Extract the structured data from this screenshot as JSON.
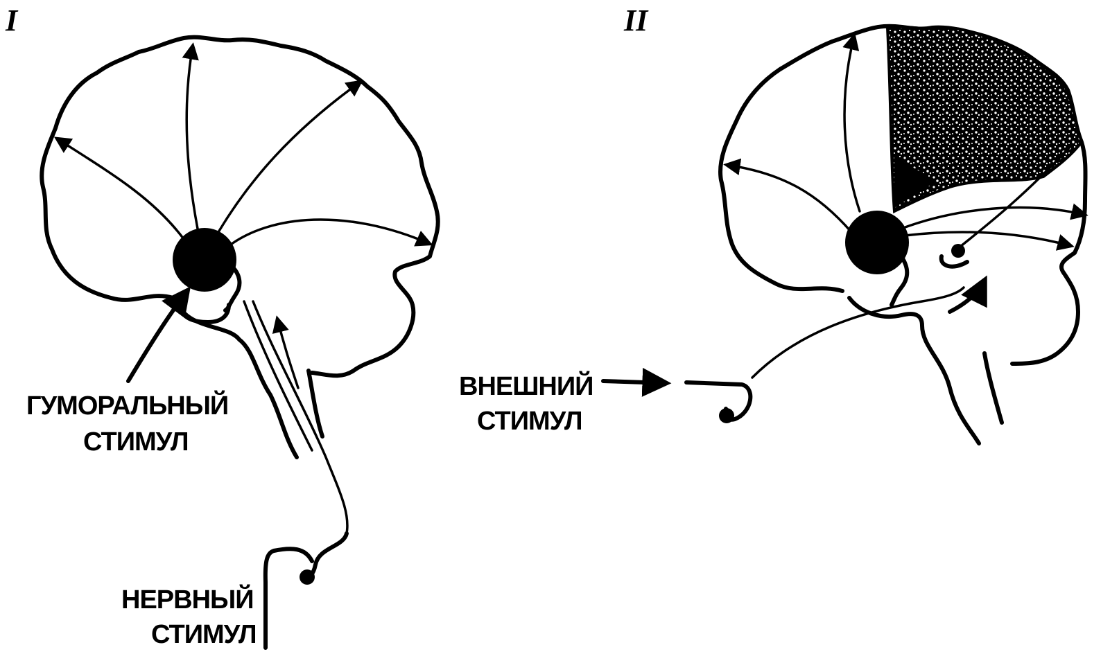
{
  "panels": [
    {
      "numeral": "I",
      "labels": {
        "humoral_line1": "ГУМОРАЛЬНЫЙ",
        "humoral_line2": "СТИМУЛ",
        "nerve_line1": "НЕРВНЫЙ",
        "nerve_line2": "СТИМУЛ"
      }
    },
    {
      "numeral": "II",
      "labels": {
        "external_line1": "ВНЕШНИЙ",
        "external_line2": "СТИМУЛ"
      }
    }
  ],
  "colors": {
    "ink": "#000000",
    "paper": "#ffffff"
  }
}
